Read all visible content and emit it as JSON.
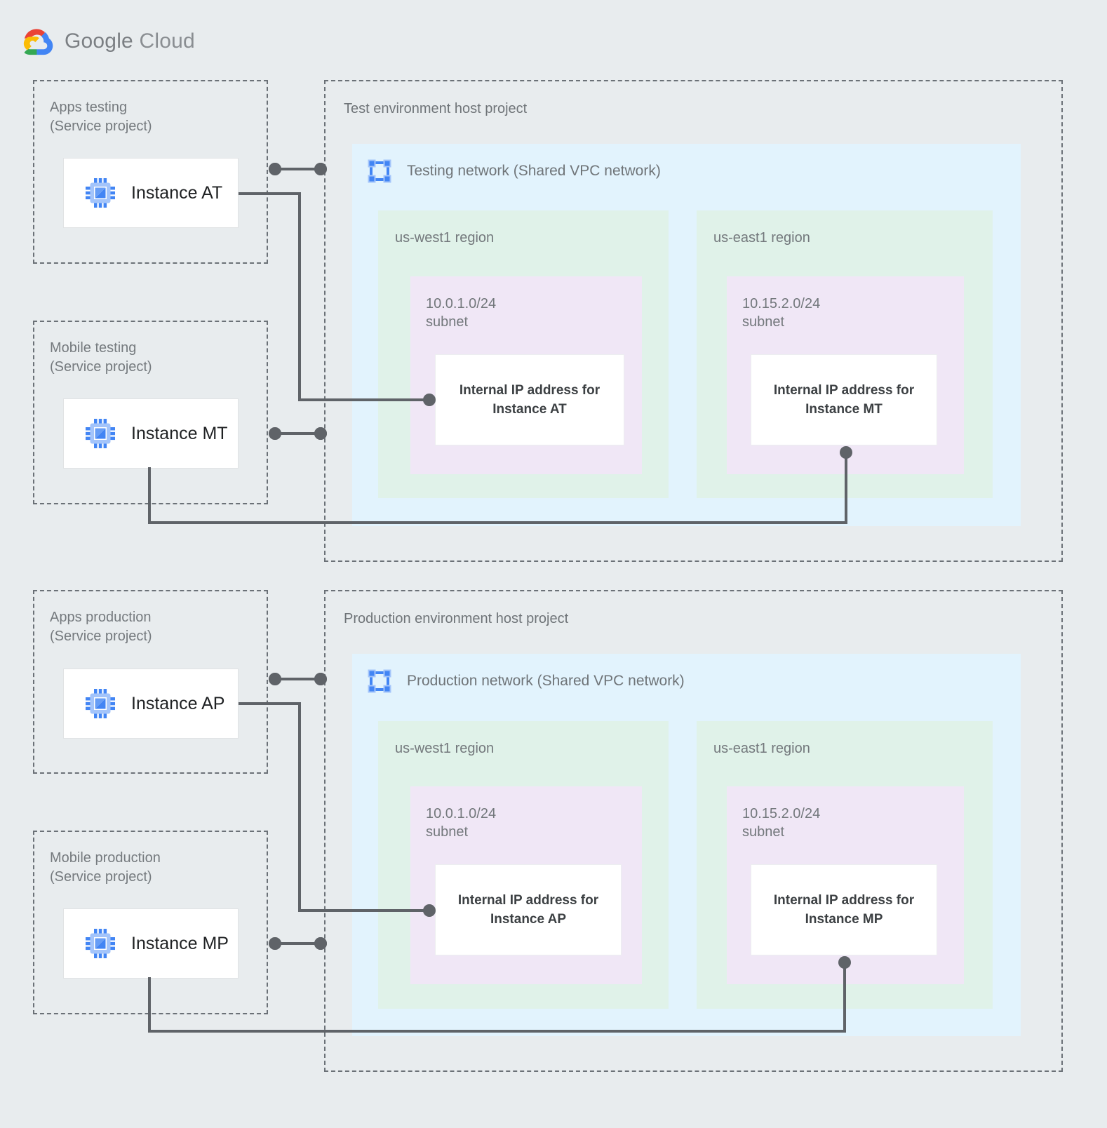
{
  "brand": {
    "name_part1": "Google",
    "name_part2": " Cloud",
    "logo_icon": "google-cloud-logo",
    "colors": {
      "red": "#ea4335",
      "yellow": "#fbbc04",
      "green": "#34a853",
      "blue": "#4285f4"
    }
  },
  "palette": {
    "page_background": "#e8ecee",
    "dashed_border": "#6b7177",
    "vpc_panel": "#e2f3fd",
    "region_box": "#e0f2e9",
    "subnet_box": "#f0e7f6",
    "card_white": "#ffffff",
    "connector": "#5f6368",
    "label_text": "#73787c",
    "vm_icon_blue": "#4285f4",
    "vm_icon_light": "#a3c4fa"
  },
  "environments": [
    {
      "id": "test",
      "host_project": {
        "label": "Test environment host project",
        "network": {
          "label": "Testing network (Shared VPC network)",
          "icon": "vpc-network-icon",
          "regions": [
            {
              "label": "us-west1 region",
              "subnet": {
                "label": "10.0.1.0/24\nsubnet",
                "cidr": "10.0.1.0/24",
                "ip_card": "Internal IP address for\nInstance AT"
              }
            },
            {
              "label": "us-east1 region",
              "subnet": {
                "label": "10.15.2.0/24\nsubnet",
                "cidr": "10.15.2.0/24",
                "ip_card": "Internal IP address for\nInstance MT"
              }
            }
          ]
        }
      },
      "service_projects": [
        {
          "label": "Apps testing\n(Service project)",
          "instance": {
            "name": "Instance AT",
            "icon": "vm-instance-icon"
          }
        },
        {
          "label": "Mobile testing\n(Service project)",
          "instance": {
            "name": "Instance MT",
            "icon": "vm-instance-icon"
          }
        }
      ]
    },
    {
      "id": "production",
      "host_project": {
        "label": "Production environment host project",
        "network": {
          "label": "Production network (Shared VPC network)",
          "icon": "vpc-network-icon",
          "regions": [
            {
              "label": "us-west1 region",
              "subnet": {
                "label": "10.0.1.0/24\nsubnet",
                "cidr": "10.0.1.0/24",
                "ip_card": "Internal IP address for\nInstance AP"
              }
            },
            {
              "label": "us-east1 region",
              "subnet": {
                "label": "10.15.2.0/24\nsubnet",
                "cidr": "10.15.2.0/24",
                "ip_card": "Internal IP address for\nInstance MP"
              }
            }
          ]
        }
      },
      "service_projects": [
        {
          "label": "Apps production\n(Service project)",
          "instance": {
            "name": "Instance AP",
            "icon": "vm-instance-icon"
          }
        },
        {
          "label": "Mobile production\n(Service project)",
          "instance": {
            "name": "Instance MP",
            "icon": "vm-instance-icon"
          }
        }
      ]
    }
  ]
}
